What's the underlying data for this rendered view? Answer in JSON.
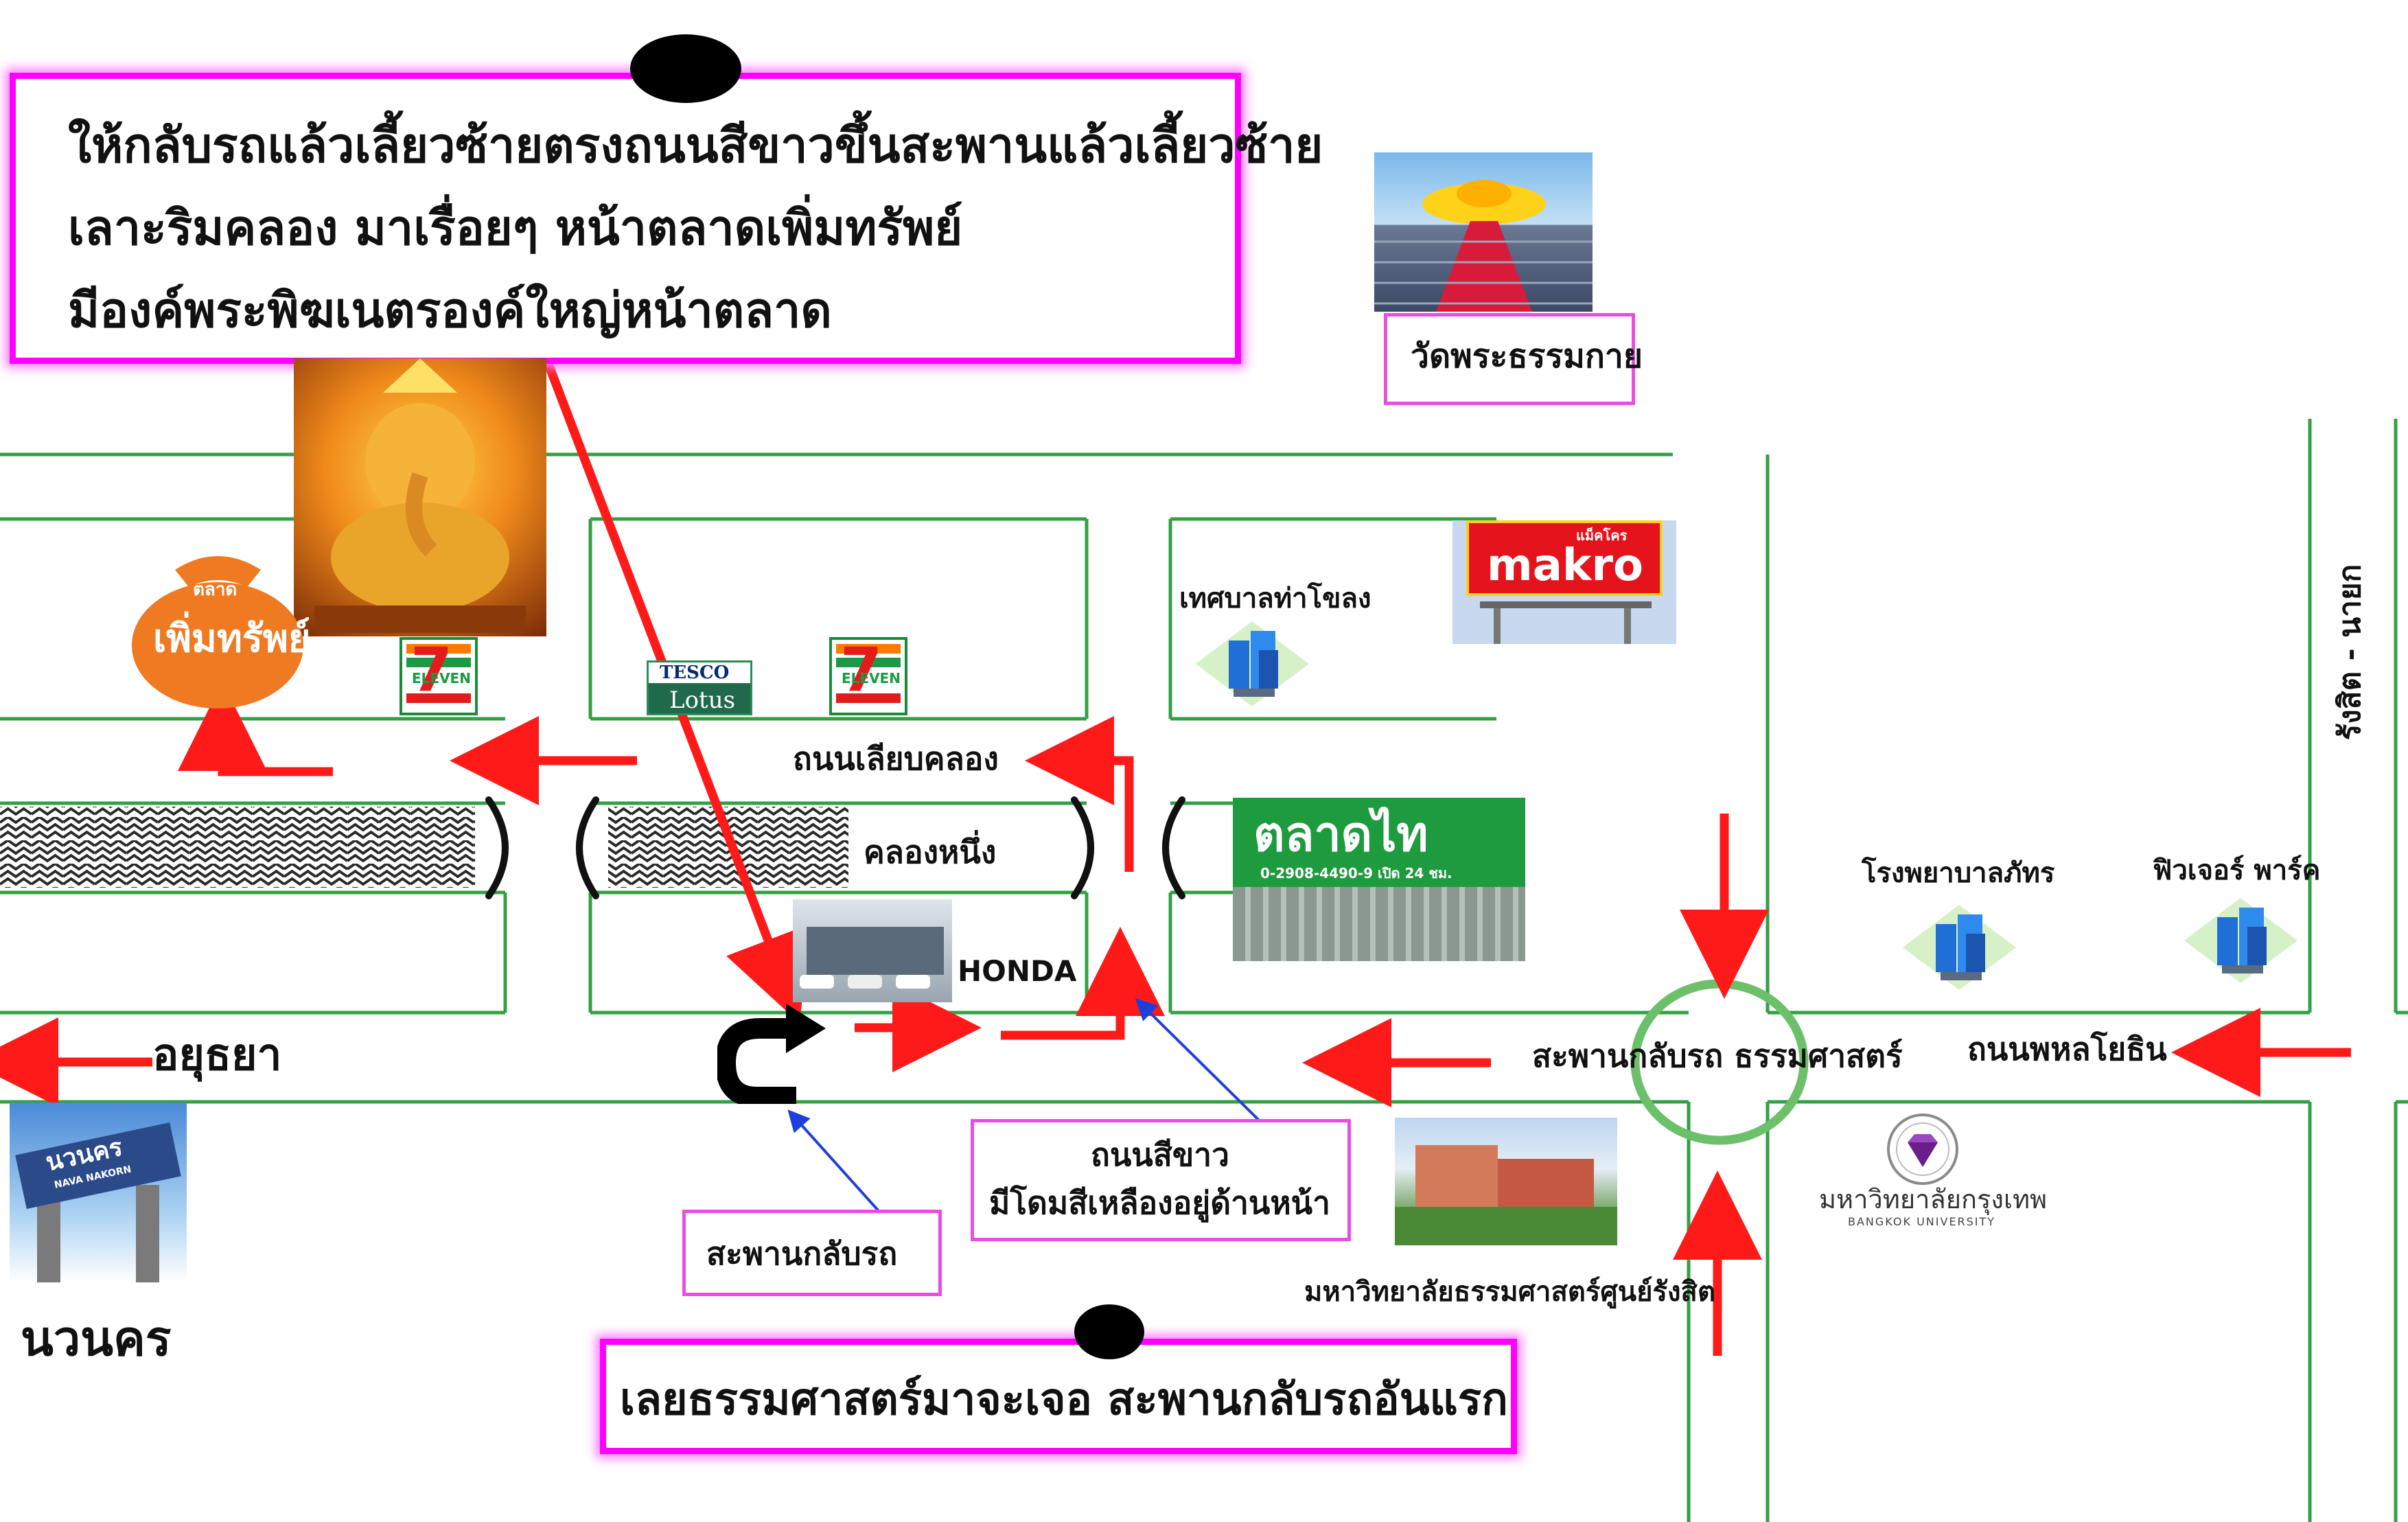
{
  "callout_top": {
    "lines": [
      "ให้กลับรถแล้วเลี้ยวซ้ายตรงถนนสีขาวขึ้นสะพานแล้วเลี้ยวซ้าย",
      "เลาะริมคลอง มาเรื่อยๆ หน้าตลาดเพิ่มทรัพย์",
      "มีองค์พระพิฆเนตรองค์ใหญ่หน้าตลาด"
    ]
  },
  "callout_bottom": {
    "text": "เลยธรรมศาสตร์มาจะเจอ สะพานกลับรถอันแรก"
  },
  "labels": {
    "wat_dhammakaya": "วัดพระธรรมกาย",
    "thesaban": "เทศบาลท่าโขลง",
    "road_lieap_khlong": "ถนนเลียบคลอง",
    "khlong_nueng": "คลองหนึ่ง",
    "honda": "HONDA",
    "ayutthaya": "อยุธยา",
    "uturn_bridge": "สะพานกลับรถ ธรรมศาสตร์",
    "phahonyothin": "ถนนพหลโยธิน",
    "hospital": "โรงพยาบาลภัทร",
    "future_park": "ฟิวเจอร์ พาร์ค",
    "rangsit_nayok": "รังสิต  -  นายก",
    "navanakorn": "นวนคร",
    "thammasat": "มหาวิทยาลัยธรรมศาสตร์ศูนย์รังสิต",
    "bangkok_univ_th": "มหาวิทยาลัยกรุงเทพ",
    "bangkok_univ_en": "BANGKOK UNIVERSITY"
  },
  "box_white_road": {
    "line1": "ถนนสีขาว",
    "line2": "มีโดมสีเหลืองอยู่ด้านหน้า"
  },
  "box_uturn": {
    "text": "สะพานกลับรถ"
  },
  "logos": {
    "makro": "makro",
    "makro_small": "แม็คโคร",
    "seven_a": "ELEVEN",
    "seven_b": "ELEVEN",
    "tesco_top": "TESCO",
    "tesco_bottom": "Lotus",
    "talad_thai": "ตลาดไท",
    "talad_thai_phone": "0-2908-4490-9 เปิด 24 ชม.",
    "phoem_sap_small": "ตลาด",
    "phoem_sap": "เพิ่มทรัพย์",
    "navanakorn_sign": "นวนคร",
    "navanakorn_sign_en": "NAVA NAKORN"
  },
  "icons": [
    "ganesh-image",
    "building-icon",
    "dome-photo",
    "campus-photo",
    "showroom-photo",
    "u-turn-icon",
    "diamond-emblem-icon"
  ],
  "colors": {
    "road": "#33a043",
    "arrow": "#ff1a1a",
    "pointer": "#1f3fdc",
    "callout_border": "#ff00ff",
    "circle": "#6cc06a"
  }
}
